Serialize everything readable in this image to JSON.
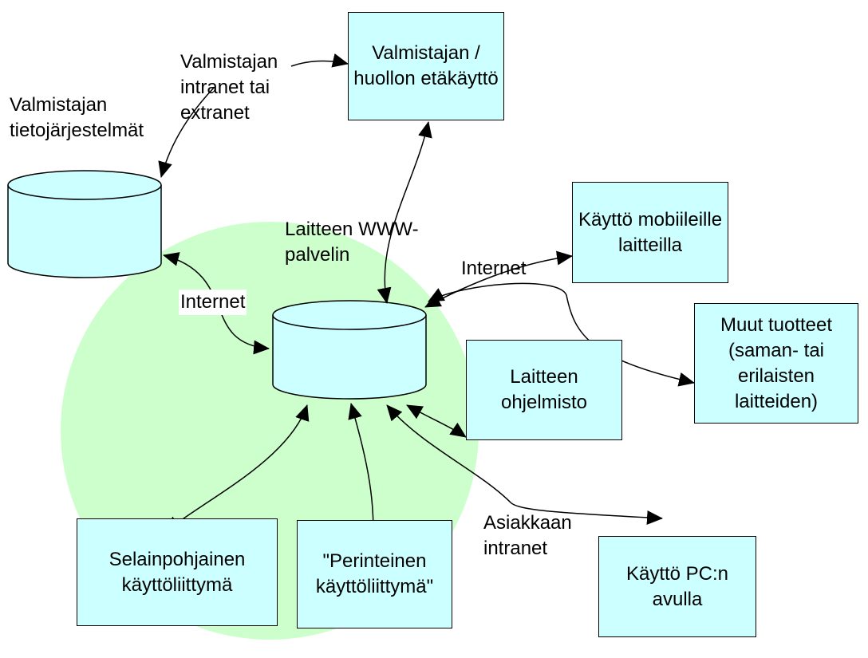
{
  "colors": {
    "box_fill": "#ccffff",
    "zone_fill": "#ccffcc",
    "stroke": "#000000"
  },
  "nodes": {
    "remote_access": "Valmistajan / huollon etäkäyttö",
    "mobile_use": "Käyttö mobiileille laitteilla",
    "other_products": "Muut tuotteet (saman- tai erilaisten laitteiden)",
    "device_software": "Laitteen ohjelmisto",
    "browser_ui": "Selainpohjainen käyttöliittymä",
    "traditional_ui": "\"Perinteinen käyttöliittymä\"",
    "pc_use": "Käyttö PC:n avulla"
  },
  "labels": {
    "manufacturer_intranet": "Valmistajan intranet tai extranet",
    "manufacturer_systems": "Valmistajan tietojärjestelmät",
    "web_server": "Laitteen WWW-palvelin",
    "internet_left": "Internet",
    "internet_right": "Internet",
    "customer_intranet": "Asiakkaan intranet"
  }
}
